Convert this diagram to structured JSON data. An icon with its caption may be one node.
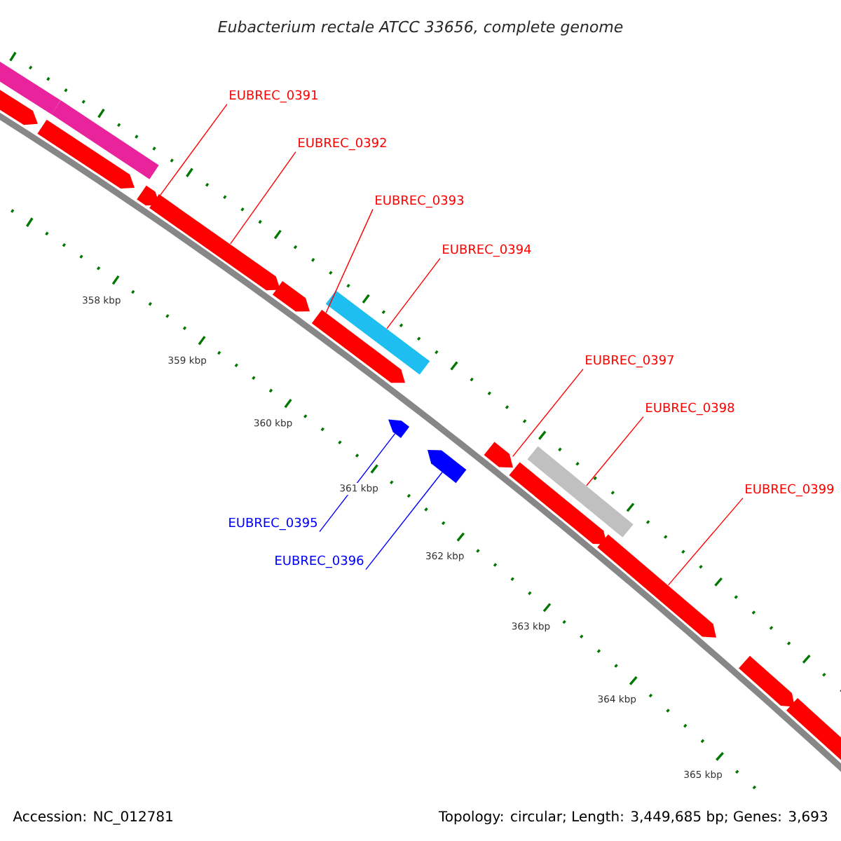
{
  "diagram": {
    "title": "Eubacterium rectale ATCC 33656, complete genome",
    "nodes": [
      {
        "text": [
          "EUBREC_0391"
        ]
      },
      {
        "text": [
          "EUBREC_0392"
        ]
      },
      {
        "text": [
          "EUBREC_0393"
        ]
      },
      {
        "text": [
          "EUBREC_0394"
        ]
      },
      {
        "text": [
          "EUBREC_0397"
        ]
      },
      {
        "text": [
          "EUBREC_0398"
        ]
      },
      {
        "text": [
          "EUBREC_0399"
        ]
      },
      {
        "text": [
          "EUBREC_0395"
        ]
      },
      {
        "text": [
          "EUBREC_0396"
        ]
      },
      {
        "text": [],
        "shape": "bar"
      },
      {
        "text": [],
        "shape": "pentagon"
      },
      {
        "text": [],
        "shape": "pentagon"
      },
      {
        "text": [],
        "shape": "bar"
      },
      {
        "text": [],
        "shape": "pentagon"
      },
      {
        "text": [],
        "shape": "pentagon"
      },
      {
        "text": [],
        "shape": "pentagon"
      },
      {
        "text": [],
        "shape": "pentagon"
      },
      {
        "text": [],
        "shape": "bar"
      },
      {
        "text": [],
        "shape": "pentagon"
      },
      {
        "text": [],
        "shape": "pentagon"
      },
      {
        "text": [],
        "shape": "pentagon"
      },
      {
        "text": [],
        "shape": "pentagon"
      },
      {
        "text": [],
        "shape": "bar"
      },
      {
        "text": [],
        "shape": "pentagon"
      },
      {
        "text": [],
        "shape": "pentagon"
      },
      {
        "text": [],
        "shape": "pentagon"
      }
    ],
    "edges": [
      {
        "from": 0,
        "to": 13,
        "arrow": "none"
      },
      {
        "from": 1,
        "to": 14,
        "arrow": "none"
      },
      {
        "from": 2,
        "to": 16,
        "arrow": "none"
      },
      {
        "from": 3,
        "to": 17,
        "arrow": "none"
      },
      {
        "from": 4,
        "to": 20,
        "arrow": "none"
      },
      {
        "from": 5,
        "to": 22,
        "arrow": "none"
      },
      {
        "from": 6,
        "to": 23,
        "arrow": "none"
      },
      {
        "from": 7,
        "to": 18,
        "arrow": "none",
        "color": "#0000ff"
      },
      {
        "from": 8,
        "to": 19,
        "arrow": "none",
        "color": "#0000ff"
      }
    ],
    "labels": [
      "358 kbp",
      "359 kbp",
      "360 kbp",
      "361 kbp",
      "362 kbp",
      "363 kbp",
      "364 kbp",
      "365 kbp",
      "Accession: NC_012781",
      "Topology: circular; Length: 3,449,685 bp; Genes: 3,693"
    ]
  }
}
